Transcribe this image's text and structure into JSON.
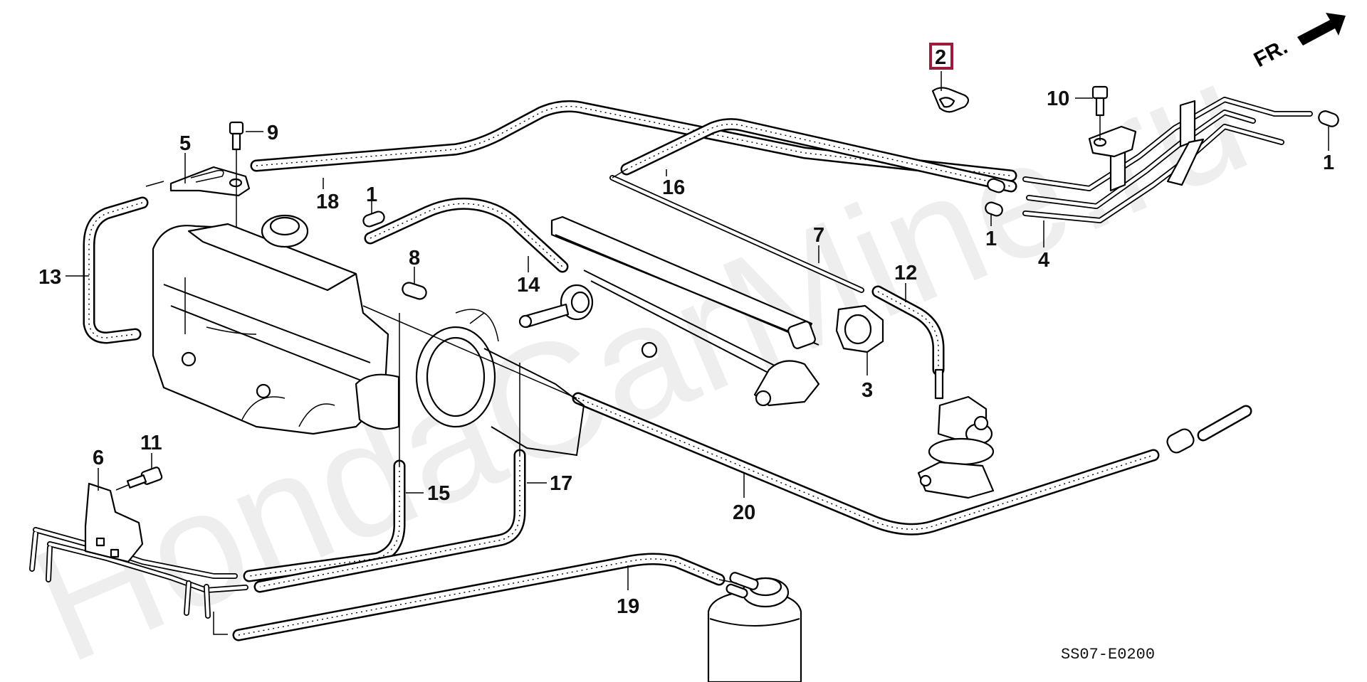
{
  "diagram": {
    "watermark": "HondaCarMine.ru",
    "diagram_code": "SS07-E0200",
    "front_indicator": "FR.",
    "highlight_color": "#9b1b3a",
    "highlighted_part": "2",
    "callouts": [
      {
        "id": "c2",
        "number": "2",
        "highlighted": true
      },
      {
        "id": "c10",
        "number": "10"
      },
      {
        "id": "c1a",
        "number": "1"
      },
      {
        "id": "c9",
        "number": "9"
      },
      {
        "id": "c5",
        "number": "5"
      },
      {
        "id": "c18",
        "number": "18"
      },
      {
        "id": "c1b",
        "number": "1"
      },
      {
        "id": "c16",
        "number": "16"
      },
      {
        "id": "c1c",
        "number": "1"
      },
      {
        "id": "c4",
        "number": "4"
      },
      {
        "id": "c13",
        "number": "13"
      },
      {
        "id": "c8",
        "number": "8"
      },
      {
        "id": "c14",
        "number": "14"
      },
      {
        "id": "c7",
        "number": "7"
      },
      {
        "id": "c12",
        "number": "12"
      },
      {
        "id": "c3",
        "number": "3"
      },
      {
        "id": "c20",
        "number": "20"
      },
      {
        "id": "c6",
        "number": "6"
      },
      {
        "id": "c11",
        "number": "11"
      },
      {
        "id": "c15",
        "number": "15"
      },
      {
        "id": "c17",
        "number": "17"
      },
      {
        "id": "c19",
        "number": "19"
      }
    ]
  }
}
